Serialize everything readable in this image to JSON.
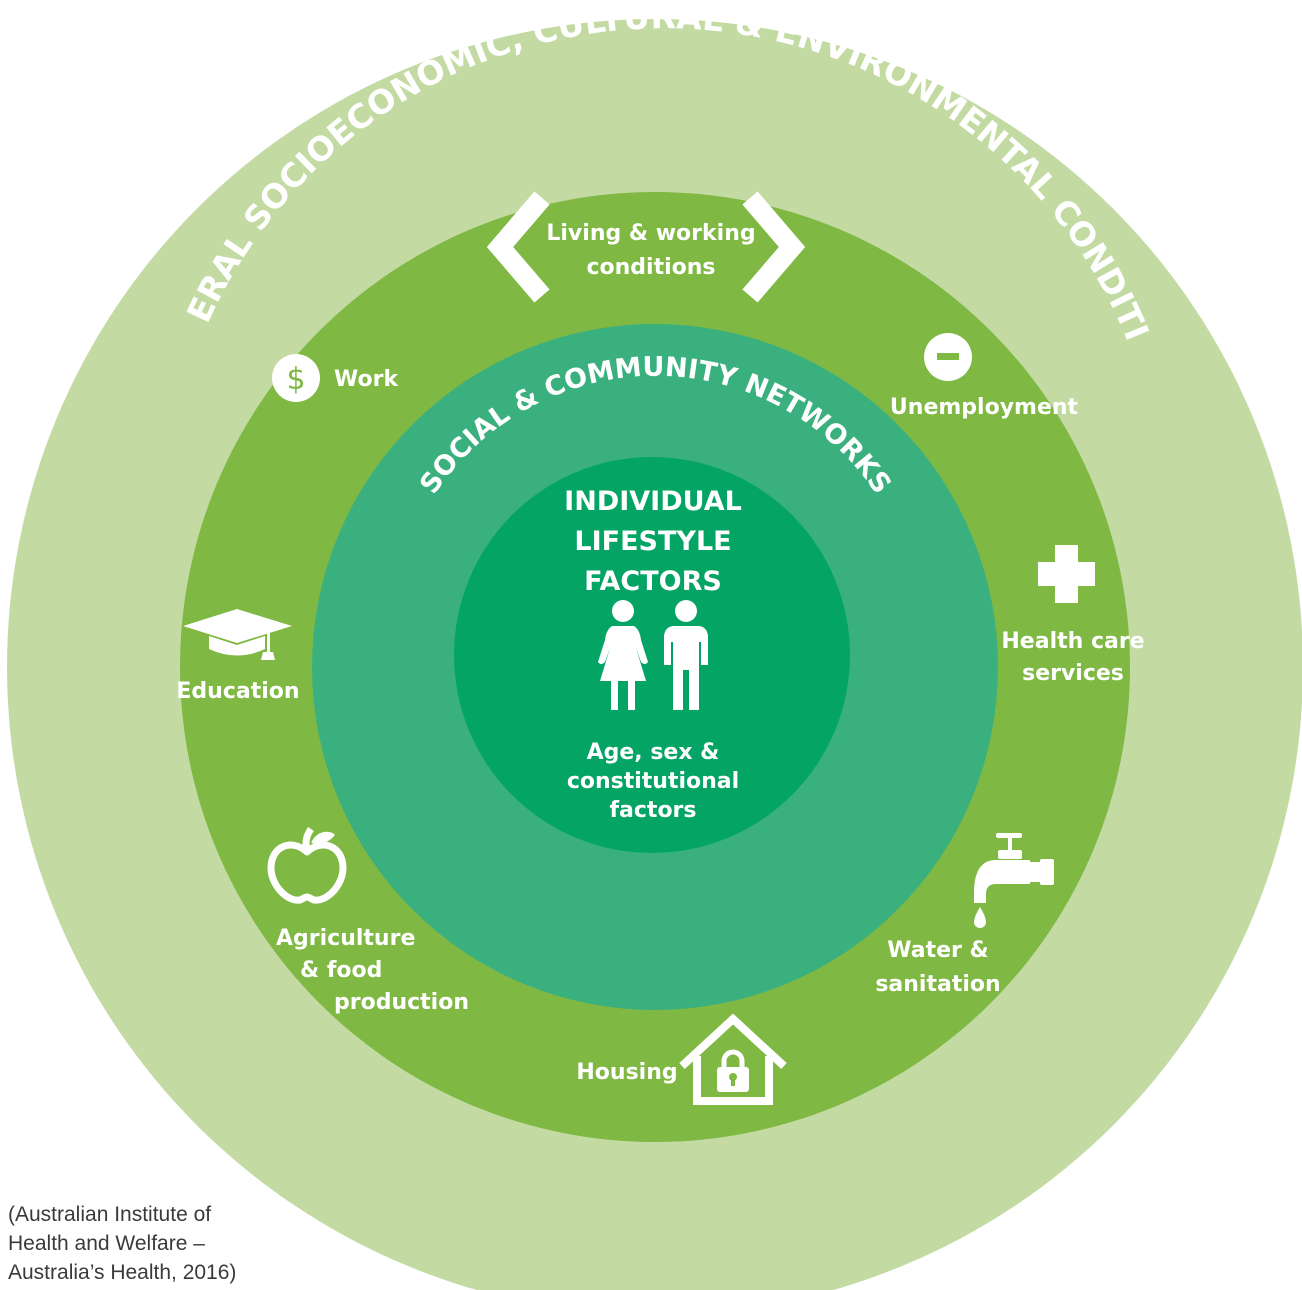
{
  "colors": {
    "outer_ring": "#c3dba3",
    "middle_ring": "#7fb843",
    "inner_ring": "#3bb07f",
    "core": "#04a465",
    "text_on_color": "#ffffff",
    "citation_text": "#3a3a3a"
  },
  "rings": {
    "outer_label": "GENERAL SOCIOECONOMIC, CULTURAL & ENVIRONMENTAL CONDITIONS",
    "inner_label": "SOCIAL & COMMUNITY NETWORKS"
  },
  "living_working": {
    "line1": "Living & working",
    "line2": "conditions",
    "icon": "chevron-brackets-icon"
  },
  "factors": {
    "work": {
      "label": "Work",
      "icon": "dollar-coin-icon"
    },
    "unemployment": {
      "label": "Unemployment",
      "icon": "minus-circle-icon"
    },
    "education": {
      "label": "Education",
      "icon": "graduation-cap-icon"
    },
    "health_care": {
      "line1": "Health care",
      "line2": "services",
      "icon": "plus-cross-icon"
    },
    "agriculture": {
      "line1": "Agriculture",
      "line2": "& food",
      "line3": "production",
      "icon": "apple-icon"
    },
    "water": {
      "line1": "Water &",
      "line2": "sanitation",
      "icon": "water-tap-icon"
    },
    "housing": {
      "label": "Housing",
      "icon": "house-lock-icon"
    }
  },
  "core": {
    "title_line1": "INDIVIDUAL",
    "title_line2": "LIFESTYLE",
    "title_line3": "FACTORS",
    "icon": "woman-man-icon",
    "sub_line1": "Age, sex &",
    "sub_line2": "constitutional",
    "sub_line3": "factors"
  },
  "citation": {
    "line1": "(Australian Institute of",
    "line2": "Health and Welfare –",
    "line3": "Australia’s Health, 2016)"
  }
}
